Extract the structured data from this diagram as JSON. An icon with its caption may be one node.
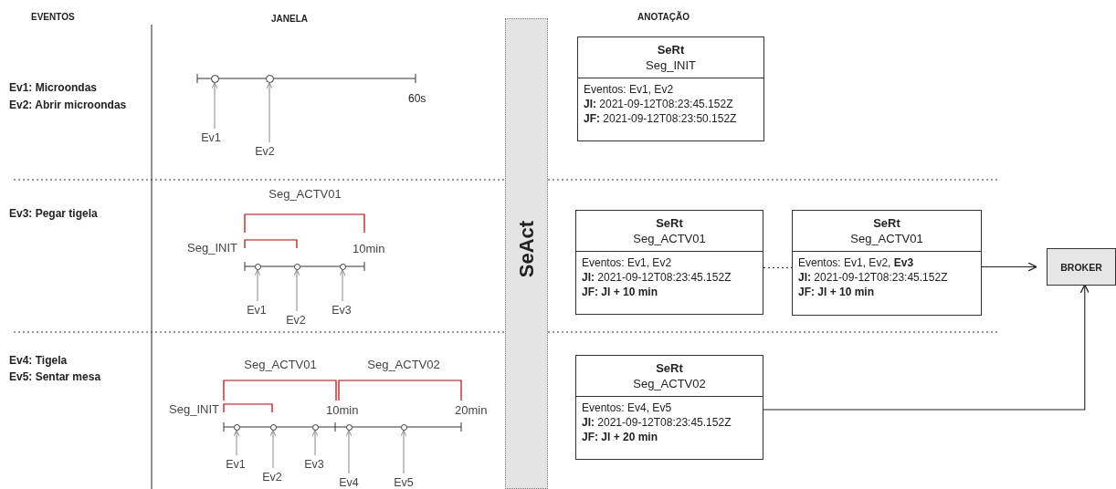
{
  "diagram": {
    "nodes": [
      {
        "text": [
          "SeAct"
        ]
      },
      {
        "text": [
          "SeRt",
          "Seg_INIT",
          "Eventos: Ev1, Ev2",
          "**JI:** 2021-09-12T08:23:45.152Z",
          "**JF:** 2021-09-12T08:23:50.152Z"
        ]
      },
      {
        "text": [
          "SeRt",
          "Seg_ACTV01",
          "Eventos: Ev1, Ev2",
          "**JI:** 2021-09-12T08:23:45.152Z",
          "**JF: JI + 10 min**"
        ]
      },
      {
        "text": [
          "SeRt",
          "Seg_ACTV01",
          "Eventos: Ev1, Ev2, **Ev3**",
          "**JI:** 2021-09-12T08:23:45.152Z",
          "**JF: JI + 10 min**"
        ]
      },
      {
        "text": [
          "BROKER"
        ]
      },
      {
        "text": [
          "SeRt",
          "Seg_ACTV02",
          "Eventos: Ev4, Ev5",
          "**JI:** 2021-09-12T08:23:45.152Z",
          "**JF: JI + 20 min**"
        ]
      },
      {
        "text": [
          "Ev1"
        ]
      },
      {
        "text": [
          "Ev2"
        ]
      },
      {
        "text": [
          "Ev1"
        ]
      },
      {
        "text": [
          "Ev2"
        ]
      },
      {
        "text": [
          "Ev3"
        ]
      },
      {
        "text": [
          "Ev1"
        ]
      },
      {
        "text": [
          "Ev2"
        ]
      },
      {
        "text": [
          "Ev3"
        ]
      },
      {
        "text": [
          "Ev4"
        ]
      },
      {
        "text": [
          "Ev5"
        ]
      },
      {
        "text": [],
        "shape": "circle"
      },
      {
        "text": [],
        "shape": "circle"
      },
      {
        "text": [],
        "shape": "circle"
      },
      {
        "text": [],
        "shape": "circle"
      },
      {
        "text": [],
        "shape": "circle"
      },
      {
        "text": [],
        "shape": "circle"
      },
      {
        "text": [],
        "shape": "circle"
      },
      {
        "text": [],
        "shape": "circle"
      },
      {
        "text": [],
        "shape": "circle"
      },
      {
        "text": [],
        "shape": "circle"
      }
    ],
    "edges": [
      {
        "from": 2,
        "to": 3,
        "arrow": "none",
        "style": "dashed",
        "color": "#222222"
      },
      {
        "from": 3,
        "to": 4,
        "arrow": "to",
        "color": "#222222"
      },
      {
        "from": 5,
        "to": 4,
        "arrow": "to",
        "color": "#222222"
      },
      {
        "from": 6,
        "to": 16,
        "arrow": "to"
      },
      {
        "from": 7,
        "to": 17,
        "arrow": "to"
      },
      {
        "from": 8,
        "to": 18,
        "arrow": "to"
      },
      {
        "from": 9,
        "to": 19,
        "arrow": "to"
      },
      {
        "from": 10,
        "to": 20,
        "arrow": "to"
      },
      {
        "from": 11,
        "to": 21,
        "arrow": "to"
      },
      {
        "from": 12,
        "to": 22,
        "arrow": "to"
      },
      {
        "from": 13,
        "to": 23,
        "arrow": "to"
      },
      {
        "from": 14,
        "to": 24,
        "arrow": "to"
      },
      {
        "from": 15,
        "to": 25,
        "arrow": "to"
      }
    ],
    "labels": [
      "EVENTOS",
      "JANELA",
      "ANOTAÇÃO",
      "Ev1: Microondas",
      "Ev2: Abrir microondas",
      "60s",
      "Ev3: Pegar tigela",
      "Seg_ACTV01",
      "Seg_INIT",
      "10min",
      "Ev4: Tigela",
      "Ev5: Sentar mesa",
      "Seg_ACTV01",
      "Seg_ACTV02",
      "Seg_INIT",
      "10min",
      "20min"
    ]
  }
}
